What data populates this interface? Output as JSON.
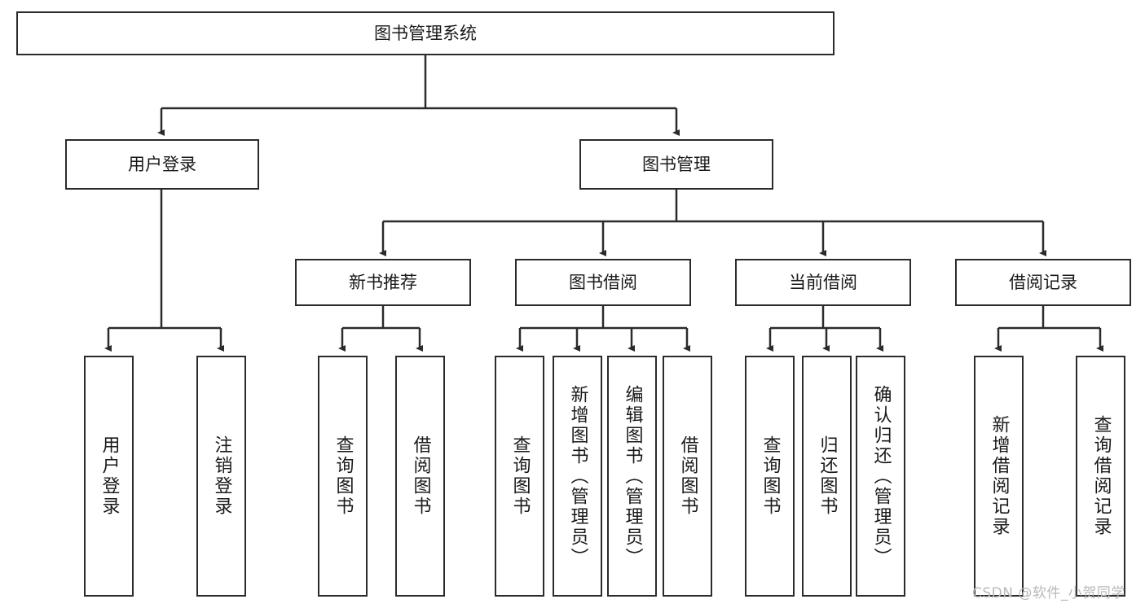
{
  "diagram": {
    "title": "图书管理系统",
    "watermark": "CSDN @软件_小贺同学",
    "colors": {
      "box_border": "#2b2b2b",
      "box_fill": "#ffffff",
      "edge": "#2b2b2b",
      "text": "#1a1a1a",
      "watermark": "#b9b9b9",
      "background": "#ffffff"
    },
    "levels": {
      "root": "图书管理系统",
      "level2": [
        "用户登录",
        "图书管理"
      ],
      "level3": [
        "新书推荐",
        "图书借阅",
        "当前借阅",
        "借阅记录"
      ]
    },
    "nodes": {
      "root": {
        "label": "图书管理系统"
      },
      "user_login": {
        "label": "用户登录"
      },
      "book_manage": {
        "label": "图书管理"
      },
      "new_book_rec": {
        "label": "新书推荐"
      },
      "book_borrow": {
        "label": "图书借阅"
      },
      "current_borrow": {
        "label": "当前借阅"
      },
      "borrow_record": {
        "label": "借阅记录"
      }
    },
    "leaves": {
      "user_login": [
        {
          "label": "用户登录"
        },
        {
          "label": "注销登录"
        }
      ],
      "new_book_rec": [
        {
          "label": "查询图书"
        },
        {
          "label": "借阅图书"
        }
      ],
      "book_borrow": [
        {
          "label": "查询图书"
        },
        {
          "label": "新增图书（管理员）"
        },
        {
          "label": "编辑图书（管理员）"
        },
        {
          "label": "借阅图书"
        }
      ],
      "current_borrow": [
        {
          "label": "查询图书"
        },
        {
          "label": "归还图书"
        },
        {
          "label": "确认归还（管理员）"
        }
      ],
      "borrow_record": [
        {
          "label": "新增借阅记录"
        },
        {
          "label": "查询借阅记录"
        }
      ]
    }
  }
}
